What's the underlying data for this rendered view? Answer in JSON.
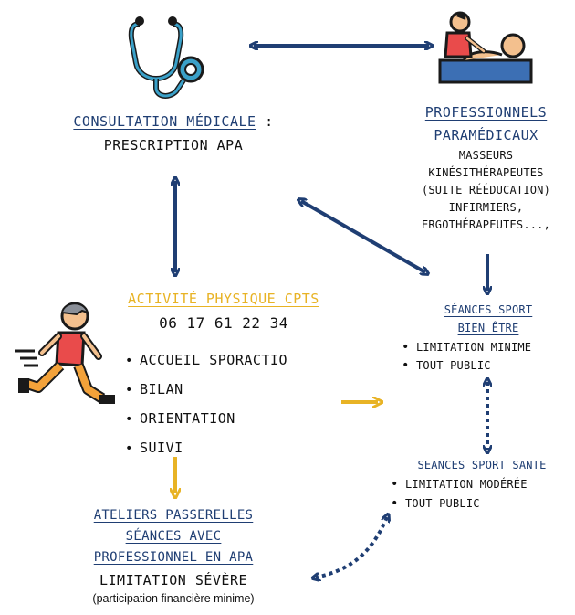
{
  "consultation": {
    "title": "CONSULTATION MÉDICALE",
    "colon": " :",
    "subtitle": "PRESCRIPTION APA"
  },
  "paramedical": {
    "title_line1": "PROFESSIONNELS",
    "title_line2": "PARAMÉDICAUX",
    "items": [
      "MASSEURS",
      "KINÉSITHÉRAPEUTES",
      "(SUITE RÉÉDUCATION)",
      "INFIRMIERS,",
      "ERGOTHÉRAPEUTES...,"
    ]
  },
  "activite": {
    "title": "ACTIVITÉ PHYSIQUE CPTS",
    "phone": "06 17 61 22 34",
    "items": [
      "ACCUEIL SPORACTIO",
      "BILAN",
      "ORIENTATION",
      "SUIVI"
    ]
  },
  "bien_etre": {
    "title_line1": "SÉANCES SPORT",
    "title_line2": "BIEN ÊTRE",
    "items": [
      "LIMITATION MINIME",
      "TOUT PUBLIC"
    ]
  },
  "sport_sante": {
    "title": "SEANCES SPORT SANTE",
    "items": [
      "LIMITATION MODÉRÉE",
      "TOUT PUBLIC"
    ]
  },
  "ateliers": {
    "title_line1": "ATELIERS PASSERELLES",
    "title_line2": "SÉANCES AVEC",
    "title_line3": "PROFESSIONNEL EN APA",
    "subtitle": "LIMITATION SÉVÈRE",
    "note": "(participation financière minime)"
  },
  "colors": {
    "navy": "#1f3e73",
    "gold": "#e8b325"
  },
  "icons": [
    "stethoscope-icon",
    "massage-icon",
    "runner-icon"
  ]
}
